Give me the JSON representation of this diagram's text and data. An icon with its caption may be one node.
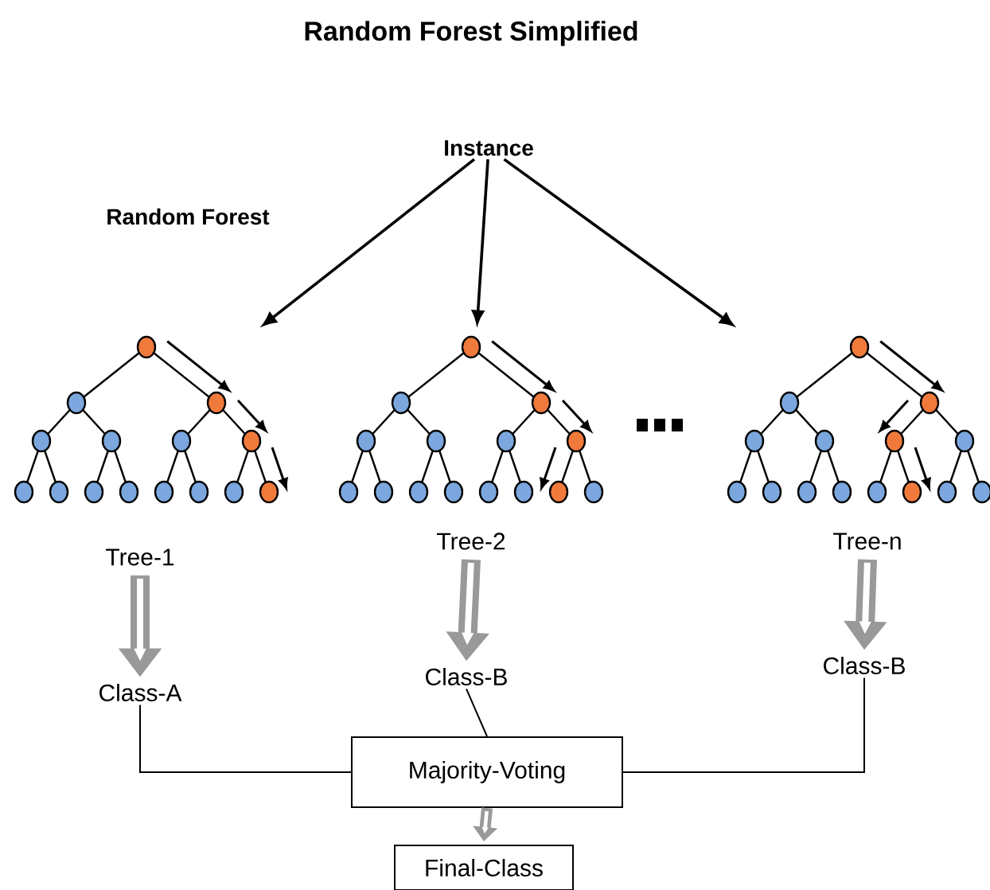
{
  "diagram": {
    "title": "Random Forest Simplified",
    "nodes": [
      {
        "text": [
          "Instance"
        ]
      },
      {
        "text": [],
        "shape": "picture",
        "beside": [
          "Tree-1"
        ]
      },
      {
        "text": [],
        "shape": "picture",
        "beside": [
          "Tree-2"
        ]
      },
      {
        "text": [],
        "shape": "picture",
        "beside": [
          "Tree-n"
        ]
      },
      {
        "text": [
          "Class-A"
        ]
      },
      {
        "text": [
          "Class-B"
        ]
      },
      {
        "text": [
          "Class-B"
        ]
      },
      {
        "text": [
          "Majority-Voting"
        ]
      },
      {
        "text": [
          "Final-Class"
        ]
      }
    ],
    "edges": [
      {
        "from": 0,
        "to": 1,
        "arrow": "to"
      },
      {
        "from": 0,
        "to": 2,
        "arrow": "to"
      },
      {
        "from": 0,
        "to": 3,
        "arrow": "to"
      },
      {
        "from": 1,
        "to": 4,
        "arrow": "to",
        "style": "thick",
        "color": "#999999"
      },
      {
        "from": 2,
        "to": 5,
        "arrow": "to",
        "style": "thick",
        "color": "#999999"
      },
      {
        "from": 3,
        "to": 6,
        "arrow": "to",
        "style": "thick",
        "color": "#999999"
      },
      {
        "from": 4,
        "to": 7,
        "arrow": "none"
      },
      {
        "from": 5,
        "to": 7,
        "arrow": "none"
      },
      {
        "from": 6,
        "to": 7,
        "arrow": "none"
      },
      {
        "from": 7,
        "to": 8,
        "arrow": "to",
        "style": "thick",
        "color": "#999999"
      }
    ],
    "labels": [
      "Random Forest"
    ]
  }
}
